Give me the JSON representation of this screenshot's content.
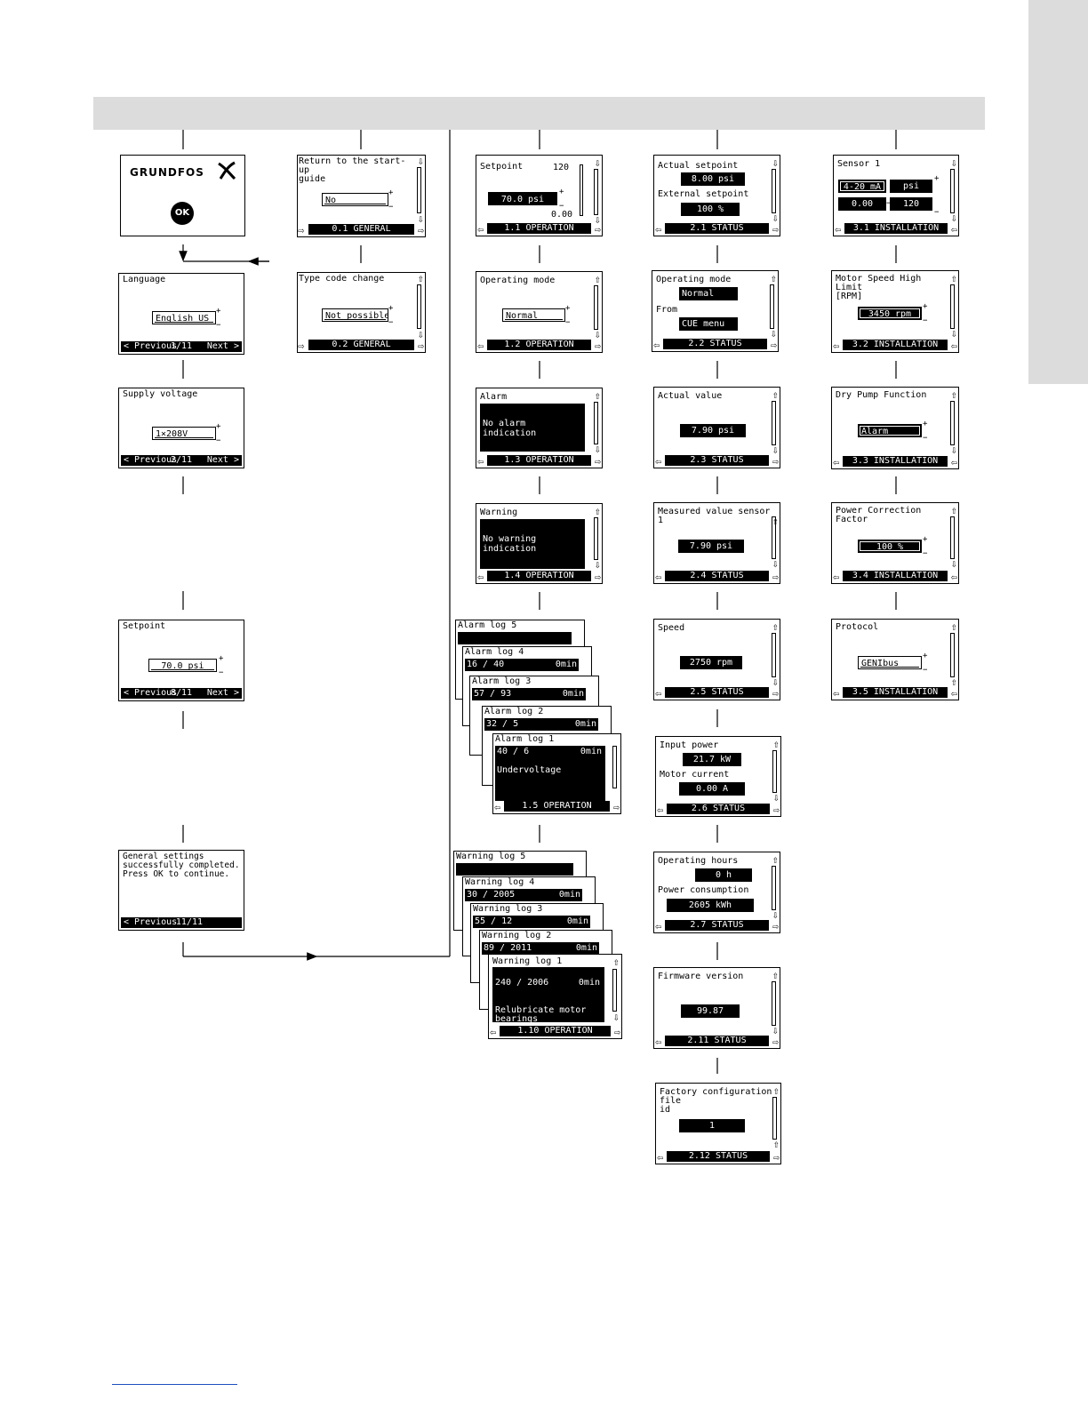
{
  "logo": "GRUNDFOS",
  "ok_label": "OK",
  "nav": {
    "up": "⇧",
    "down": "⇩",
    "left": "⇦",
    "right": "⇨",
    "plus": "+",
    "minus": "−",
    "prev": "< Previous",
    "next": "Next >"
  },
  "screens": {
    "s01": {
      "title": "Return to the start-up\nguide",
      "value": "No",
      "footer": "0.1 GENERAL"
    },
    "s02": {
      "title": "Type code change",
      "value": "Not possible",
      "footer": "0.2 GENERAL"
    },
    "w1": {
      "title": "Language",
      "value": "English US",
      "page": "1/11"
    },
    "w2": {
      "title": "Supply voltage",
      "value": "1×208V",
      "page": "2/11"
    },
    "w8": {
      "title": "Setpoint",
      "value": "70.0 psi",
      "page": "8/11"
    },
    "w11": {
      "text": "General settings\nsuccessfully completed.\nPress OK to continue.",
      "page": "11/11"
    },
    "o11": {
      "title": "Setpoint",
      "max": "120",
      "value": "70.0 psi",
      "min": "0.00",
      "footer": "1.1 OPERATION"
    },
    "o12": {
      "title": "Operating mode",
      "value": "Normal",
      "footer": "1.2 OPERATION"
    },
    "o13": {
      "title": "Alarm",
      "text": "No alarm indication",
      "footer": "1.3 OPERATION"
    },
    "o14": {
      "title": "Warning",
      "text": "No warning indication",
      "footer": "1.4 OPERATION"
    },
    "st21": {
      "l1": "Actual setpoint",
      "v1": "8.00 psi",
      "l2": "External setpoint",
      "v2": "100 %",
      "footer": "2.1 STATUS"
    },
    "st22": {
      "l1": "Operating mode",
      "v1": "Normal",
      "l2": "From",
      "v2": "CUE menu",
      "footer": "2.2 STATUS"
    },
    "st23": {
      "title": "Actual value",
      "value": "7.90 psi",
      "footer": "2.3 STATUS"
    },
    "st24": {
      "title": "Measured value sensor 1",
      "value": "7.90 psi",
      "footer": "2.4 STATUS"
    },
    "st25": {
      "title": "Speed",
      "value": "2750 rpm",
      "footer": "2.5 STATUS"
    },
    "st26": {
      "l1": "Input power",
      "v1": "21.7 kW",
      "l2": "Motor current",
      "v2": "0.00 A",
      "footer": "2.6 STATUS"
    },
    "st27": {
      "l1": "Operating hours",
      "v1": "0 h",
      "l2": "Power consumption",
      "v2": "2605 kWh",
      "footer": "2.7 STATUS"
    },
    "st211": {
      "title": "Firmware version",
      "value": "99.87",
      "footer": "2.11 STATUS"
    },
    "st212": {
      "title": "Factory configuration file\nid",
      "value": "1",
      "footer": "2.12 STATUS"
    },
    "in31": {
      "title": "Sensor 1",
      "a": "4-20 mA",
      "b": "psi",
      "c": "0.00",
      "d": "120",
      "footer": "3.1 INSTALLATION"
    },
    "in32": {
      "title": "Motor Speed High Limit\n[RPM]",
      "value": "3450 rpm",
      "footer": "3.2 INSTALLATION"
    },
    "in33": {
      "title": "Dry Pump Function",
      "value": "Alarm",
      "footer": "3.3 INSTALLATION"
    },
    "in34": {
      "title": "Power Correction Factor",
      "value": "100 %",
      "footer": "3.4 INSTALLATION"
    },
    "in35": {
      "title": "Protocol",
      "value": "GENIbus",
      "footer": "3.5 INSTALLATION"
    }
  },
  "alarm_logs": {
    "l5": {
      "title": "Alarm log 5"
    },
    "l4": {
      "title": "Alarm log 4",
      "date": "16 / 40",
      "min": "0min"
    },
    "l3": {
      "title": "Alarm log 3",
      "date": "57 / 93",
      "min": "0min"
    },
    "l2": {
      "title": "Alarm log 2",
      "date": "32 / 5",
      "min": "0min"
    },
    "l1": {
      "title": "Alarm log 1",
      "date": "40 / 6",
      "min": "0min",
      "text": "Undervoltage",
      "footer": "1.5 OPERATION"
    }
  },
  "warning_logs": {
    "l5": {
      "title": "Warning log 5"
    },
    "l4": {
      "title": "Warning log 4",
      "date": "30 / 2005",
      "min": "0min"
    },
    "l3": {
      "title": "Warning log 3",
      "date": "55 / 12",
      "min": "0min"
    },
    "l2": {
      "title": "Warning log 2",
      "date": "89 / 2011",
      "min": "0min"
    },
    "l1": {
      "title": "Warning log 1",
      "date": "240 / 2006",
      "min": "0min",
      "text": "Relubricate motor\nbearings",
      "footer": "1.10 OPERATION"
    }
  }
}
